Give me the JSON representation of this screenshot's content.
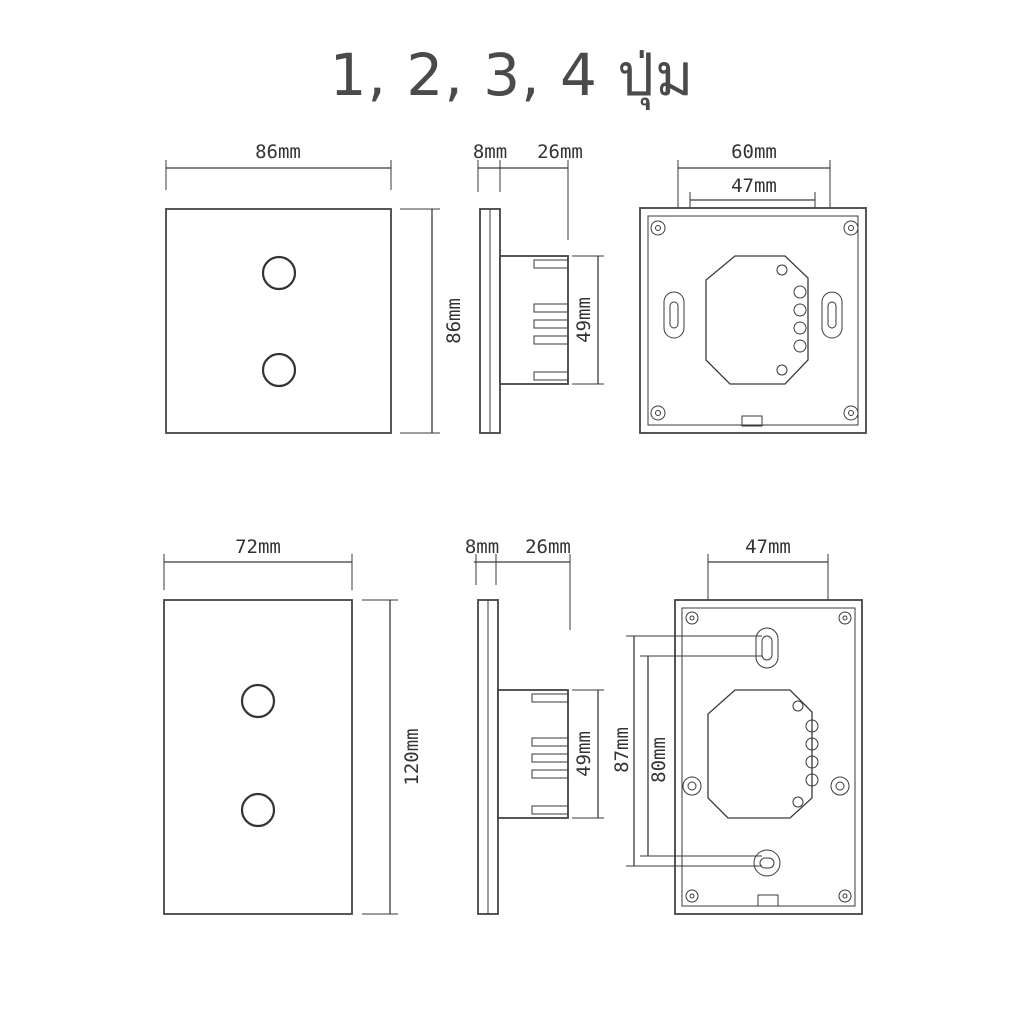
{
  "title": "1, 2, 3, 4 ปุ่ม",
  "square": {
    "front_width": "86mm",
    "front_height": "86mm",
    "plate_thickness": "8mm",
    "depth": "26mm",
    "body_height": "49mm",
    "back_outer_width": "60mm",
    "back_inner_width": "47mm"
  },
  "rect": {
    "front_width": "72mm",
    "front_height": "120mm",
    "plate_thickness": "8mm",
    "depth": "26mm",
    "body_height": "49mm",
    "back_width": "47mm",
    "back_outer_height": "87mm",
    "back_inner_height": "80mm"
  }
}
